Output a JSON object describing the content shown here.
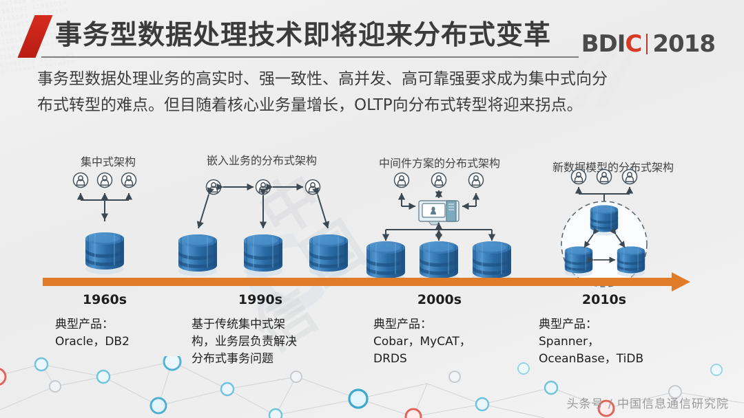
{
  "header": {
    "title": "事务型数据处理技术即将迎来分布式变革",
    "brand_mark": "BDI",
    "brand_accent_letter": "C",
    "brand_year": "2018",
    "accent_color": "#d93a26",
    "slash_color": "#d62b1f"
  },
  "subtitle": {
    "line1": "事务型数据处理业务的高实时、强一致性、高并发、高可靠强要求成为集中式向分",
    "line2": "布式转型的难点。但目随着核心业务量增长，OLTP向分布式转型将迎来拐点。"
  },
  "watermark": {
    "center_char1": "中",
    "center_char2": "国",
    "center_char3": "信",
    "logo_letter": "C",
    "binary": "01001010 10100101 01101001 11010010 00101101 10110100 01011011"
  },
  "timeline": {
    "arrow_color": "#e07b29",
    "columns": [
      {
        "heading": "集中式架构",
        "era": "1960s",
        "desc_lines": [
          "典型产品：",
          "Oracle，DB2"
        ],
        "users": 3,
        "databases": 1
      },
      {
        "heading": "嵌入业务的分布式架构",
        "era": "1990s",
        "desc_lines": [
          "基于传统集中式架",
          "构，业务层负责解决",
          "分布式事务问题"
        ],
        "users": 3,
        "databases": 3
      },
      {
        "heading": "中间件方案的分布式架构",
        "era": "2000s",
        "desc_lines": [
          "典型产品：",
          "Cobar，MyCAT，",
          "DRDS"
        ],
        "users": 3,
        "databases": 3,
        "middleware": true
      },
      {
        "heading": "新数据模型的分布式架构",
        "era": "2010s",
        "desc_lines": [
          "典型产品：",
          "Spanner，",
          "OceanBase，TiDB"
        ],
        "users": 3,
        "databases": 3,
        "clustered": true
      }
    ]
  },
  "icons": {
    "user": "user-person-icon",
    "database": "database-cylinder-icon",
    "middleware": "server-computer-icon",
    "cluster": "dashed-circle-cluster-icon"
  },
  "footer": {
    "attribution": "头条号 / 中国信息通信研究院"
  }
}
